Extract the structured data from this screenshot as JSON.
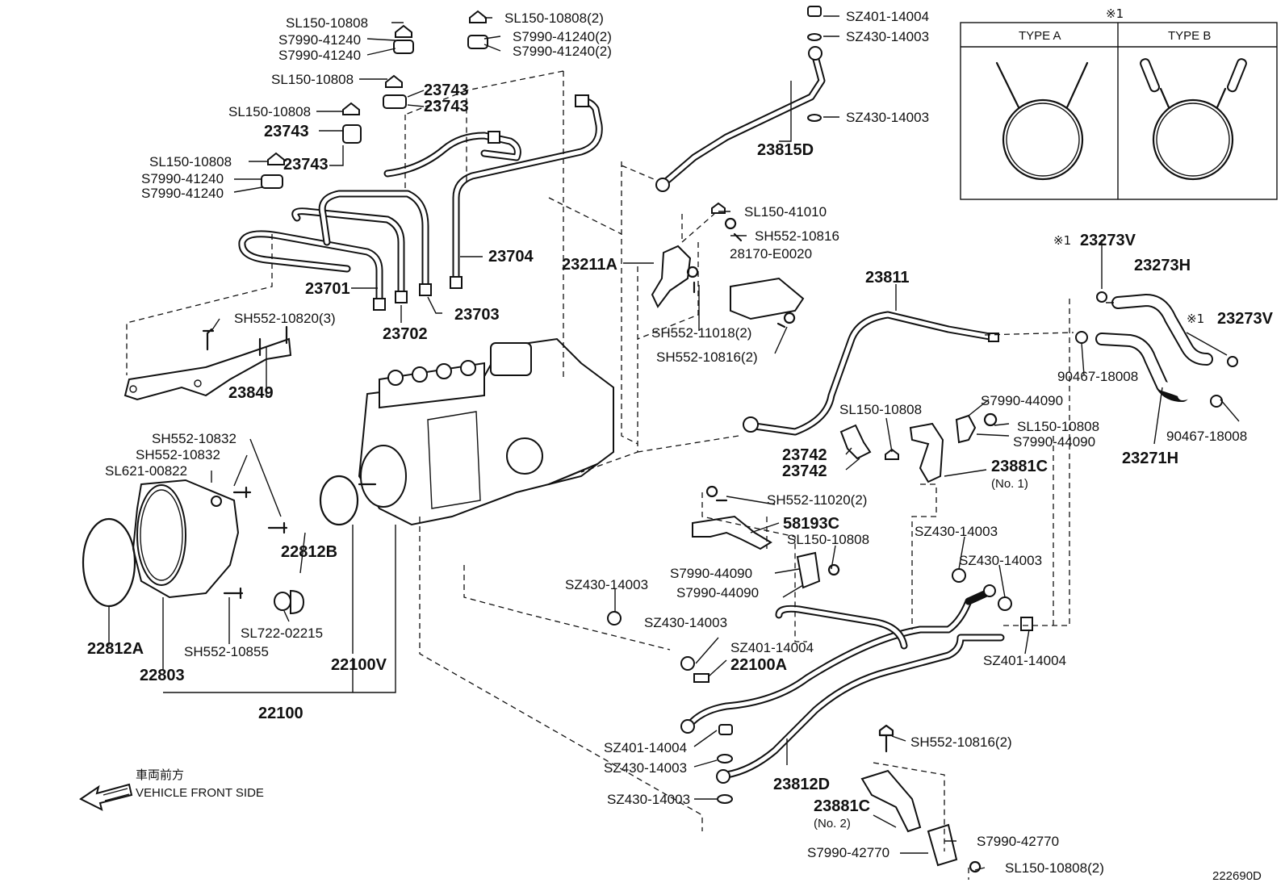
{
  "diagram_id": "222690D",
  "front_side": {
    "japanese": "車両前方",
    "english": "VEHICLE FRONT SIDE"
  },
  "inset": {
    "marker": "※1",
    "type_a": "TYPE A",
    "type_b": "TYPE B"
  },
  "labels": {
    "sl150_10808": "SL150-10808",
    "sl150_10808_2": "SL150-10808(2)",
    "s7990_41240": "S7990-41240",
    "s7990_41240_2": "S7990-41240(2)",
    "p23743": "23743",
    "p23704": "23704",
    "p23701": "23701",
    "p23702": "23702",
    "p23703": "23703",
    "sh552_10820_3": "SH552-10820(3)",
    "p23849": "23849",
    "sz401_14004": "SZ401-14004",
    "sz430_14003": "SZ430-14003",
    "p23815d": "23815D",
    "sl150_41010": "SL150-41010",
    "sh552_10816": "SH552-10816",
    "p28170_e0020": "28170-E0020",
    "p23211a": "23211A",
    "sh552_11018_2": "SH552-11018(2)",
    "sh552_10816_2": "SH552-10816(2)",
    "p23811": "23811",
    "mark_23273v_a": "※1",
    "p23273v": "23273V",
    "p23273h": "23273H",
    "p90467_18008": "90467-18008",
    "p23271h": "23271H",
    "s7990_44090": "S7990-44090",
    "p23742": "23742",
    "p23881c": "23881C",
    "no1": "(No. 1)",
    "no2": "(No. 2)",
    "sh552_11020_2": "SH552-11020(2)",
    "p58193c": "58193C",
    "sh552_10832": "SH552-10832",
    "sl621_00822": "SL621-00822",
    "p22812b": "22812B",
    "sl722_02215": "SL722-02215",
    "sh552_10855": "SH552-10855",
    "p22812a": "22812A",
    "p22803": "22803",
    "p22100v": "22100V",
    "p22100": "22100",
    "p22100a": "22100A",
    "p23812d": "23812D",
    "s7990_42770": "S7990-42770"
  }
}
